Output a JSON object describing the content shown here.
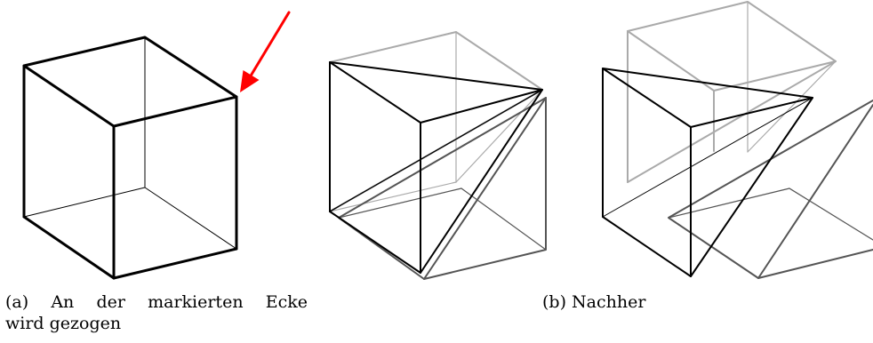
{
  "captions": {
    "a": {
      "line1": "(a)  An  der  markierten  Ecke",
      "line2": "wird gezogen"
    },
    "b": "(b) Nachher"
  },
  "colors": {
    "edge_front": "#000000",
    "edge_shifted": "#555555",
    "edge_ghost": "#aaaaaa",
    "arrow": "#ff0000"
  }
}
